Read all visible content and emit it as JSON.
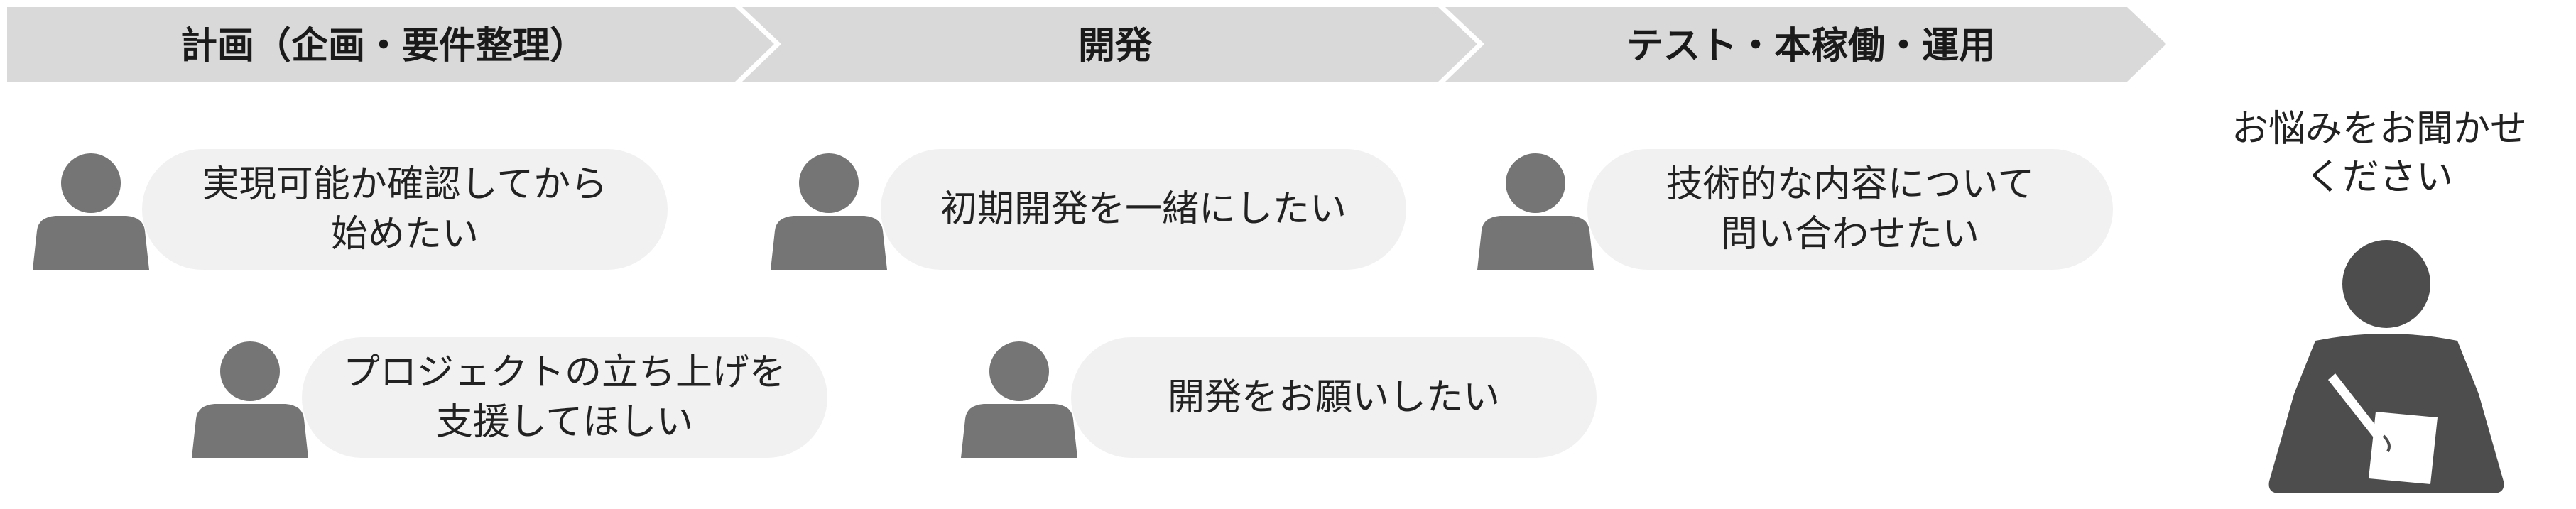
{
  "stages": [
    {
      "label": "計画（企画・要件整理）"
    },
    {
      "label": "開発"
    },
    {
      "label": "テスト・本稼働・運用"
    }
  ],
  "needs": [
    {
      "text": "実現可能か確認してから\n始めたい"
    },
    {
      "text": "プロジェクトの立ち上げを\n支援してほしい"
    },
    {
      "text": "初期開発を一緒にしたい"
    },
    {
      "text": "開発をお願いしたい"
    },
    {
      "text": "技術的な内容について\n問い合わせたい"
    }
  ],
  "advisor": {
    "caption": "お悩みをお聞かせ\nください"
  },
  "colors": {
    "stage_fill": "#d9d9d9",
    "bubble_fill": "#f1f1f1",
    "icon_fill": "#757575",
    "advisor_fill": "#4d4d4d"
  }
}
